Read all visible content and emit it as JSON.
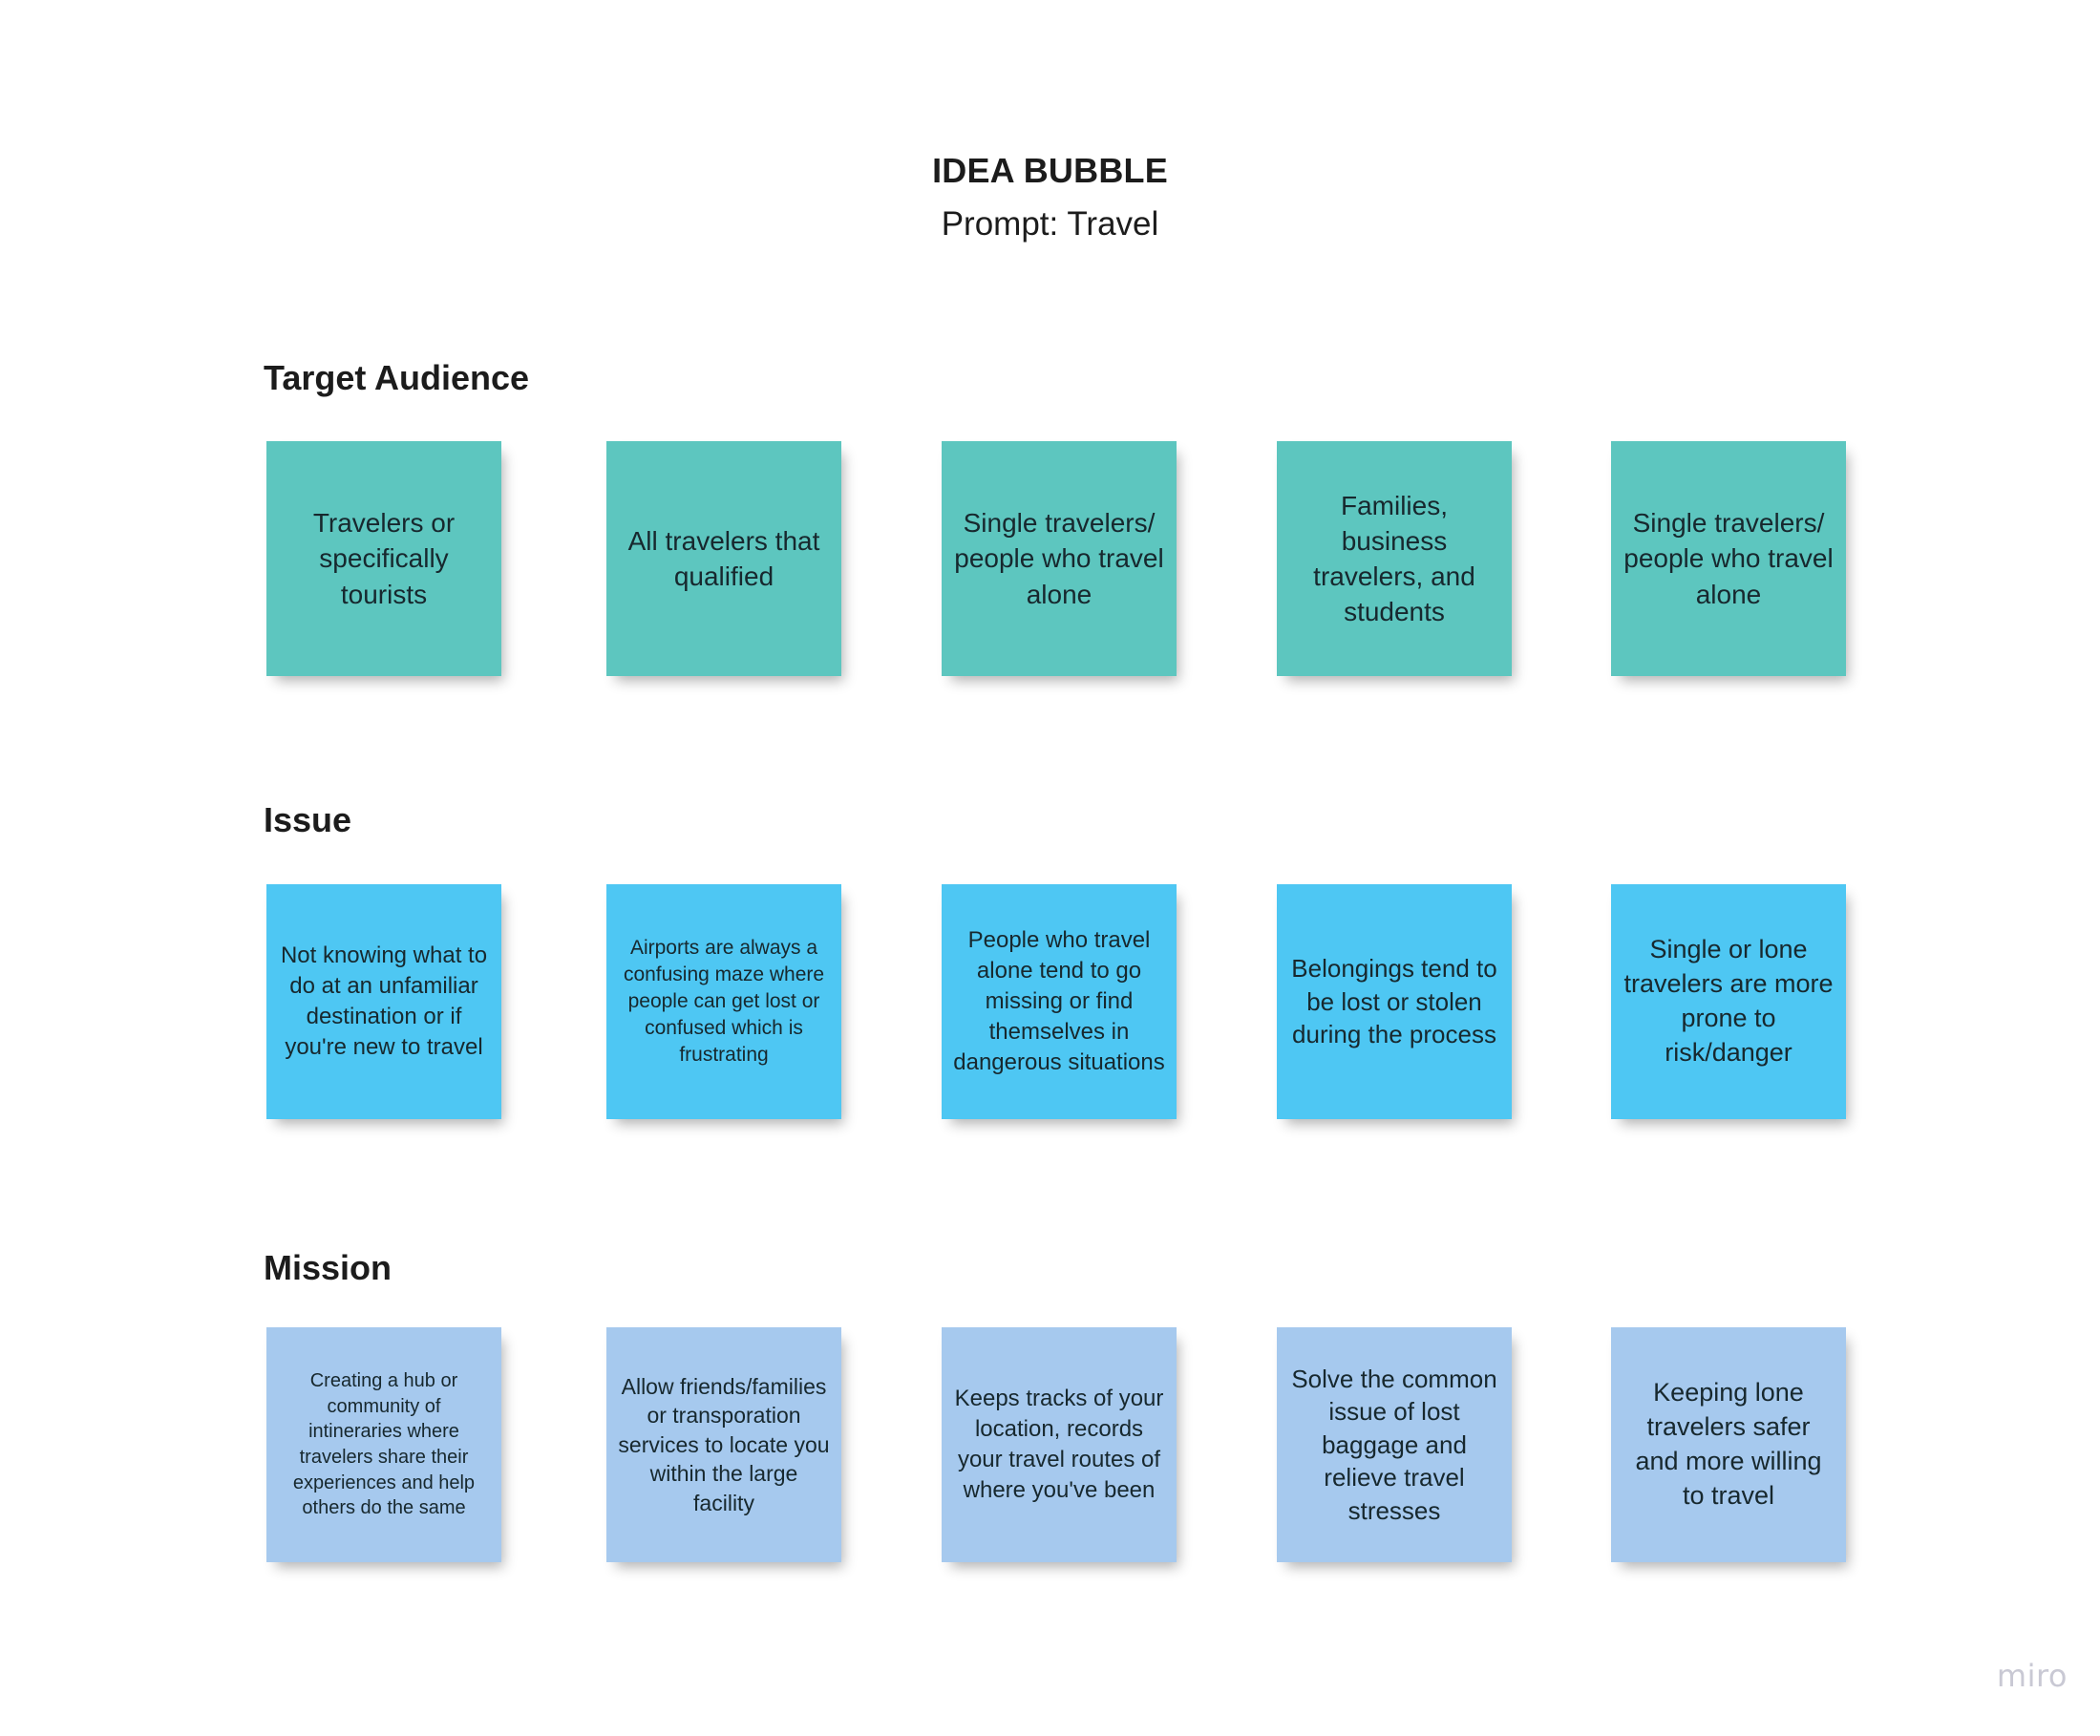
{
  "board": {
    "title": "IDEA BUBBLE",
    "subtitle": "Prompt: Travel",
    "watermark": "miro"
  },
  "colors": {
    "background": "#ffffff",
    "note_target_audience": "#5dc6bf",
    "note_issue": "#4ec7f3",
    "note_mission": "#a6c9ee",
    "text": "#17282e",
    "heading": "#1c1c1c",
    "watermark": "#c9c9d4"
  },
  "sections": [
    {
      "id": "target-audience",
      "heading": "Target Audience",
      "notes": [
        "Travelers or specifically tourists",
        "All travelers that qualified",
        "Single travelers/ people who travel alone",
        "Families, business travelers, and students",
        "Single travelers/ people who travel alone"
      ]
    },
    {
      "id": "issue",
      "heading": "Issue",
      "notes": [
        "Not knowing what to do at an unfamiliar destination or if you're new to travel",
        "Airports are always a confusing maze where people can get lost or confused which is frustrating",
        "People who travel alone tend to go missing or find themselves in dangerous situations",
        "Belongings tend to be lost or stolen during the process",
        "Single or lone travelers are more prone to risk/danger"
      ]
    },
    {
      "id": "mission",
      "heading": "Mission",
      "notes": [
        "Creating a hub or community of intineraries where travelers share their experiences and help others do the same",
        "Allow friends/families or transporation services to locate you within the large facility",
        "Keeps tracks of your location, records your travel routes of where you've been",
        "Solve the common issue of lost baggage and relieve travel stresses",
        "Keeping lone travelers safer and more willing to travel"
      ]
    }
  ]
}
